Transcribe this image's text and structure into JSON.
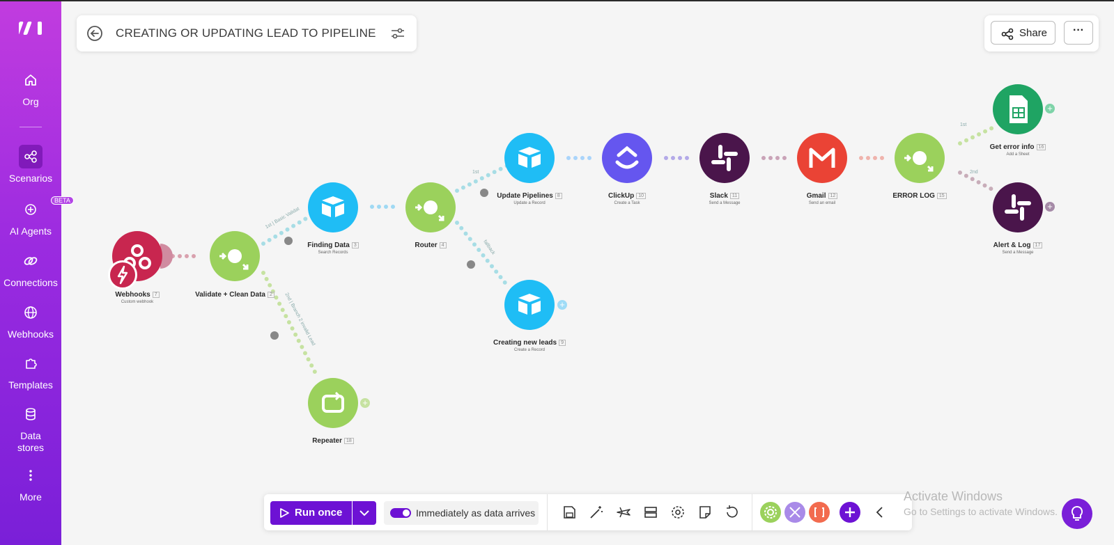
{
  "sidebar": {
    "items": [
      {
        "label": "Org",
        "icon": "home-icon"
      },
      {
        "label": "Scenarios",
        "icon": "scenarios-icon"
      },
      {
        "label": "AI Agents",
        "icon": "ai-agents-icon",
        "badge": "BETA"
      },
      {
        "label": "Connections",
        "icon": "link-icon"
      },
      {
        "label": "Webhooks",
        "icon": "globe-icon"
      },
      {
        "label": "Templates",
        "icon": "puzzle-icon"
      },
      {
        "label": "Data stores",
        "icon": "database-icon"
      },
      {
        "label": "More",
        "icon": "more-vertical-icon"
      }
    ]
  },
  "header": {
    "title": "CREATING OR UPDATING LEAD TO PIPELINE"
  },
  "share": {
    "label": "Share",
    "more": "···"
  },
  "modules": [
    {
      "name": "Webhooks",
      "num": "7",
      "sub": "Custom webhook",
      "color": "#c8264f",
      "icon": "webhook-icon"
    },
    {
      "name": "Validate + Clean Data",
      "num": "2",
      "sub": "",
      "color": "#9bd15c",
      "icon": "router-icon"
    },
    {
      "name": "Finding Data",
      "num": "3",
      "sub": "Search Records",
      "color": "#1fbdf5",
      "icon": "airtable-icon"
    },
    {
      "name": "Router",
      "num": "4",
      "sub": "",
      "color": "#9bd15c",
      "icon": "router-icon"
    },
    {
      "name": "Update Pipelines",
      "num": "8",
      "sub": "Update a Record",
      "color": "#1fbdf5",
      "icon": "airtable-icon"
    },
    {
      "name": "Creating new leads",
      "num": "9",
      "sub": "Create a Record",
      "color": "#1fbdf5",
      "icon": "airtable-icon"
    },
    {
      "name": "ClickUp",
      "num": "10",
      "sub": "Create a Task",
      "color": "#6556ef",
      "icon": "clickup-icon"
    },
    {
      "name": "Slack",
      "num": "11",
      "sub": "Send a Message",
      "color": "#4a154b",
      "icon": "slack-icon"
    },
    {
      "name": "Gmail",
      "num": "12",
      "sub": "Send an email",
      "color": "#ea4335",
      "icon": "gmail-icon"
    },
    {
      "name": "ERROR LOG",
      "num": "15",
      "sub": "",
      "color": "#9bd15c",
      "icon": "router-icon"
    },
    {
      "name": "Get error info",
      "num": "16",
      "sub": "Add a Sheet",
      "color": "#1fa463",
      "icon": "sheets-icon"
    },
    {
      "name": "Alert & Log",
      "num": "17",
      "sub": "Send a Message",
      "color": "#4a154b",
      "icon": "slack-icon"
    },
    {
      "name": "Repeater",
      "num": "18",
      "sub": "",
      "color": "#9bd15c",
      "icon": "repeater-icon"
    }
  ],
  "routes": {
    "validate_1": "1st | Basic Validat",
    "validate_2": "2nd | Branch 2 invalid Lead",
    "router_1": "1st",
    "router_2": "fallback",
    "errorlog_1": "1st",
    "errorlog_2": "2nd"
  },
  "toolbar": {
    "run_label": "Run once",
    "schedule_label": "Immediately as data arrives",
    "accent": "#6d12d4"
  },
  "watermark": {
    "line1": "Activate Windows",
    "line2": "Go to Settings to activate Windows."
  }
}
